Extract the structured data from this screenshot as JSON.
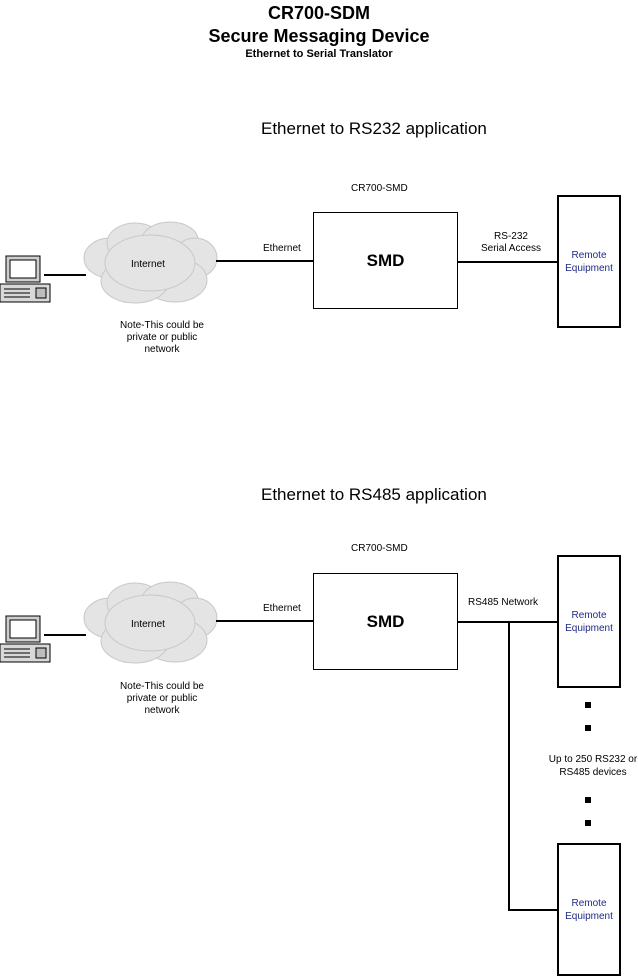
{
  "header": {
    "title": "CR700-SDM",
    "subtitle": "Secure Messaging Device",
    "tagline": "Ethernet to Serial Translator"
  },
  "rs232": {
    "heading": "Ethernet to RS232 application",
    "device_caption": "CR700-SMD",
    "device_label": "SMD",
    "cloud_label": "Internet",
    "note": "Note-This could be private or public network",
    "ethernet_label": "Ethernet",
    "serial_label_1": "RS-232",
    "serial_label_2": "Serial Access",
    "remote_label": "Remote Equipment"
  },
  "rs485": {
    "heading": "Ethernet to RS485 application",
    "device_caption": "CR700-SMD",
    "device_label": "SMD",
    "cloud_label": "Internet",
    "note": "Note-This could be private or public network",
    "ethernet_label": "Ethernet",
    "network_label": "RS485 Network",
    "remote_top_label": "Remote Equipment",
    "remote_bottom_label": "Remote Equipment",
    "devices_note": "Up to 250 RS232 or RS485 devices"
  },
  "colors": {
    "remote_text": "#1f2a8a",
    "cloud_fill": "#e4e4e4",
    "monitor_screen": "#ffffff"
  },
  "icons": {
    "computer": "computer-icon",
    "cloud": "cloud-icon"
  }
}
